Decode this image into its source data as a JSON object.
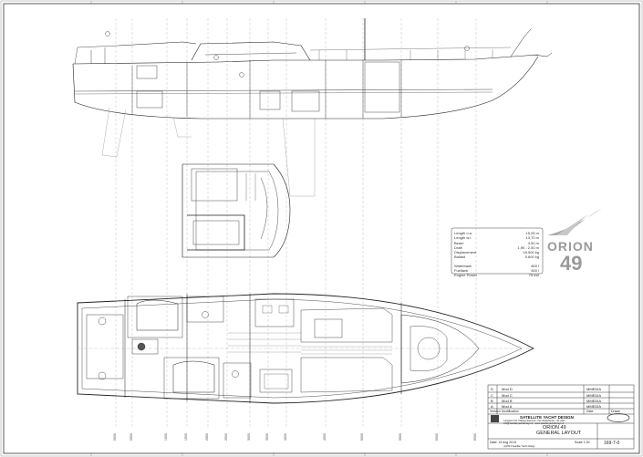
{
  "specs": [
    {
      "label": "Length o.a.",
      "value": "15,05 m"
    },
    {
      "label": "Length w.l.",
      "value": "13,70 m"
    },
    {
      "label": "Beam",
      "value": "4,50 m"
    },
    {
      "label": "Draft",
      "value": "1,90 - 2,50 m"
    },
    {
      "label": "Displacement",
      "value": "18.500 kg"
    },
    {
      "label": "Ballast",
      "value": "5.600 kg"
    },
    {
      "label": "Waterbank",
      "value": "800 l"
    },
    {
      "label": "Fueltank",
      "value": "600 l"
    },
    {
      "label": "Engine Power",
      "value": "75 kW"
    }
  ],
  "logo": {
    "word": "ORION",
    "number": "49"
  },
  "revisions": [
    {
      "rev": "D",
      "desc": "Mod D",
      "by": "MMEDIA"
    },
    {
      "rev": "C",
      "desc": "Mod C",
      "by": "MMEDIA"
    },
    {
      "rev": "B",
      "desc": "Mod B",
      "by": "MMEDIA"
    },
    {
      "rev": "A",
      "desc": "Mod A",
      "by": "MMEDIA"
    }
  ],
  "revision_header": {
    "version": "Version",
    "modification": "Modification",
    "date": "Date",
    "drawn": "Drawn"
  },
  "company": {
    "name": "SATELLITE YACHT DESIGN",
    "address": "Langwerd 31, Dillweg Stavoren, the Netherlands, +31 (0)6...",
    "contact": "info@satelliteyachtdesign.nl - www.satelliteyachtdesign.nl",
    "copyright": "(c)2013 Satellite Yacht Design"
  },
  "project": {
    "name": "ORION 49",
    "title": "GENERAL LAYOUT",
    "date": "Date: 13 Aug 2013",
    "scale": "Scale 1:30",
    "number": "169-7-0"
  },
  "frames": [
    "0000",
    "0500",
    "1000",
    "1500",
    "2000",
    "2500",
    "3000",
    "3500",
    "4000",
    "4500",
    "5000",
    "5500",
    "6000",
    "6500"
  ]
}
